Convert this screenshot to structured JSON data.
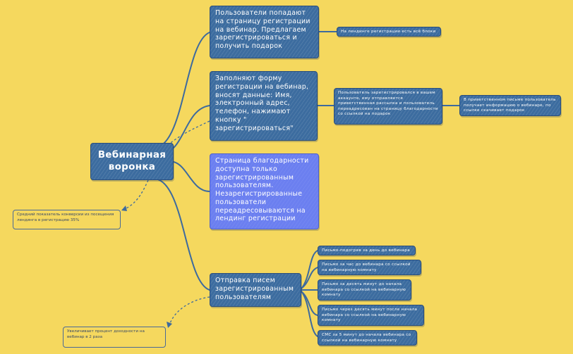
{
  "root": {
    "label": "Вебинарная воронка"
  },
  "branches": [
    {
      "label": "Пользователи попадают на страницу регистрации на вебинар. Предлагаем зарегистрироваться и получить подарок",
      "children": [
        "На лендинге регистрации есть всё блоки"
      ]
    },
    {
      "label": "Заполняют форму регистрации на вебинар, вносят данные: Имя, электронный адрес, телефон, нажимают кнопку \" зарегистрироваться\"",
      "children": [
        "Пользователь зарегистрировался в вашем аккаунте, ему отправляется приветственная рассылка и пользователь переадресован на страницу благодарности со ссылкой на подарок"
      ],
      "grandchild": "В приветственном письме пользователь получает информацию о вебинаре, по ссылке скачивает подарок"
    },
    {
      "label": "Страница благодарности доступна только зарегистрированным пользователям. Незарегистрированные пользователи переадресовываются на лендинг регистрации",
      "children": []
    },
    {
      "label": "Отправка писем зарегистрированным пользователям",
      "children": [
        "Письмо-подогрев за день до вебинара",
        "Письмо за час до вебинара со ссылкой на вебинарную комнату",
        "Письмо за десять минут до начала вебинара со ссылкой на вебинарную комнату",
        "Письмо через десять минут после начала вебинара со ссылкой на вебинарную комнату",
        "СМС за 5 минут до начала вебинара со ссылкой на вебинарную комнату"
      ]
    }
  ],
  "notes": {
    "conversion": "Средний показатель конверсии из посещения лендинга в регистрацию 35%",
    "profit": "Увеличивает процент доходности на вебинар в 2 раза"
  },
  "colors": {
    "background": "#f5d85e",
    "node": "#3c6c9f",
    "highlight": "#6b7ff0",
    "line": "#3d6a9e"
  }
}
